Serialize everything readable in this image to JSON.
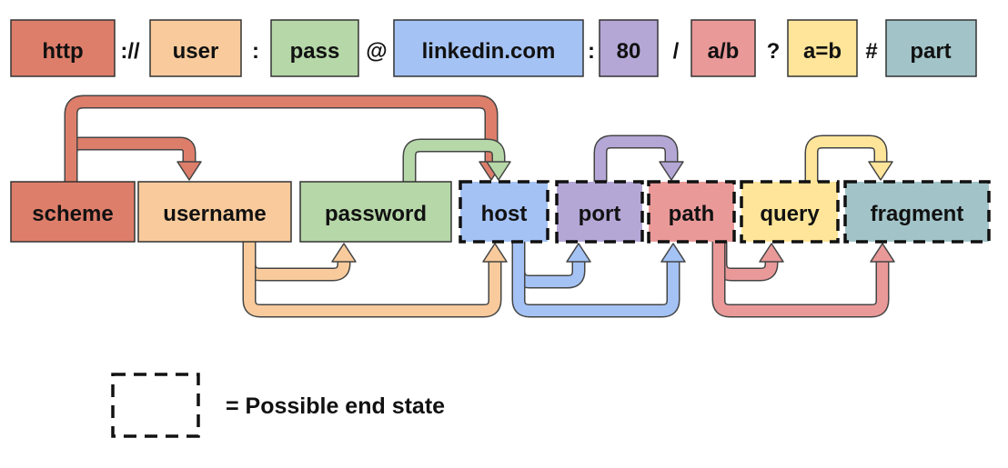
{
  "url_parts": [
    {
      "text": "http",
      "fill": "#dd7e6b"
    },
    {
      "text": "://",
      "fill": null
    },
    {
      "text": "user",
      "fill": "#f9cb9c"
    },
    {
      "text": ":",
      "fill": null
    },
    {
      "text": "pass",
      "fill": "#b6d7a8"
    },
    {
      "text": "@",
      "fill": null
    },
    {
      "text": "linkedin.com",
      "fill": "#a4c2f4"
    },
    {
      "text": ":",
      "fill": null
    },
    {
      "text": "80",
      "fill": "#b4a7d6"
    },
    {
      "text": "/",
      "fill": null
    },
    {
      "text": "a/b",
      "fill": "#ea9999"
    },
    {
      "text": "?",
      "fill": null
    },
    {
      "text": "a=b",
      "fill": "#ffe599"
    },
    {
      "text": "#",
      "fill": null
    },
    {
      "text": "part",
      "fill": "#a2c4c9"
    }
  ],
  "states": [
    {
      "id": "scheme",
      "label": "scheme",
      "fill": "#dd7e6b",
      "end_state": false
    },
    {
      "id": "username",
      "label": "username",
      "fill": "#f9cb9c",
      "end_state": false
    },
    {
      "id": "password",
      "label": "password",
      "fill": "#b6d7a8",
      "end_state": false
    },
    {
      "id": "host",
      "label": "host",
      "fill": "#a4c2f4",
      "end_state": true
    },
    {
      "id": "port",
      "label": "port",
      "fill": "#b4a7d6",
      "end_state": true
    },
    {
      "id": "path",
      "label": "path",
      "fill": "#ea9999",
      "end_state": true
    },
    {
      "id": "query",
      "label": "query",
      "fill": "#ffe599",
      "end_state": true
    },
    {
      "id": "fragment",
      "label": "fragment",
      "fill": "#a2c4c9",
      "end_state": true
    }
  ],
  "transitions": [
    {
      "from": "scheme",
      "to": "username",
      "color": "#dd7e6b"
    },
    {
      "from": "scheme",
      "to": "host",
      "color": "#dd7e6b"
    },
    {
      "from": "username",
      "to": "password",
      "color": "#f9cb9c"
    },
    {
      "from": "username",
      "to": "host",
      "color": "#f9cb9c"
    },
    {
      "from": "password",
      "to": "host",
      "color": "#b6d7a8"
    },
    {
      "from": "host",
      "to": "port",
      "color": "#a4c2f4"
    },
    {
      "from": "host",
      "to": "path",
      "color": "#a4c2f4"
    },
    {
      "from": "port",
      "to": "path",
      "color": "#b4a7d6"
    },
    {
      "from": "path",
      "to": "query",
      "color": "#ea9999"
    },
    {
      "from": "path",
      "to": "fragment",
      "color": "#ea9999"
    },
    {
      "from": "query",
      "to": "fragment",
      "color": "#ffe599"
    }
  ],
  "legend": {
    "text": "= Possible end state"
  }
}
